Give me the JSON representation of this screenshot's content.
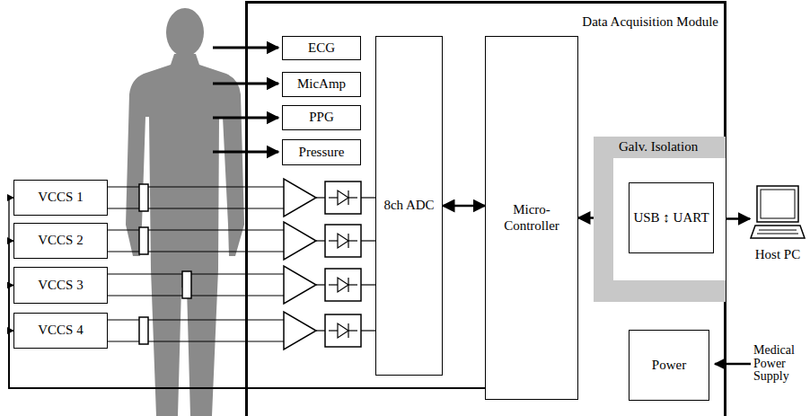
{
  "diagram": {
    "nodes": [
      {
        "text": [
          "Data Acquisition Module"
        ]
      },
      {
        "text": [
          "ECG"
        ],
        "in": 0
      },
      {
        "text": [
          "MicAmp"
        ],
        "in": 0
      },
      {
        "text": [
          "PPG"
        ],
        "in": 0
      },
      {
        "text": [
          "Pressure"
        ],
        "in": 0
      },
      {
        "text": [
          "VCCS 1"
        ]
      },
      {
        "text": [
          "VCCS 2"
        ]
      },
      {
        "text": [
          "VCCS 3"
        ]
      },
      {
        "text": [
          "VCCS 4"
        ]
      },
      {
        "text": [
          "8ch ADC"
        ],
        "in": 0
      },
      {
        "text": [
          "Micro- Controller"
        ],
        "in": 0
      },
      {
        "text": [
          "Galv. Isolation"
        ],
        "in": 0
      },
      {
        "text": [
          "USB ↕ UART"
        ],
        "in": 11
      },
      {
        "text": [
          "Host PC"
        ]
      },
      {
        "text": [
          "Power"
        ],
        "in": 0
      }
    ],
    "edges": [
      {
        "from": 9,
        "to": 10,
        "arrow": "both"
      },
      {
        "from": 10,
        "to": 12,
        "arrow": "both"
      },
      {
        "from": 12,
        "to": 13,
        "arrow": "both"
      },
      {
        "from": 10,
        "to": 5,
        "arrow": "to"
      },
      {
        "from": 10,
        "to": 6,
        "arrow": "to"
      },
      {
        "from": 10,
        "to": 7,
        "arrow": "to"
      },
      {
        "from": 10,
        "to": 8,
        "arrow": "to"
      }
    ],
    "labels": [
      "Medical Power Supply"
    ]
  }
}
